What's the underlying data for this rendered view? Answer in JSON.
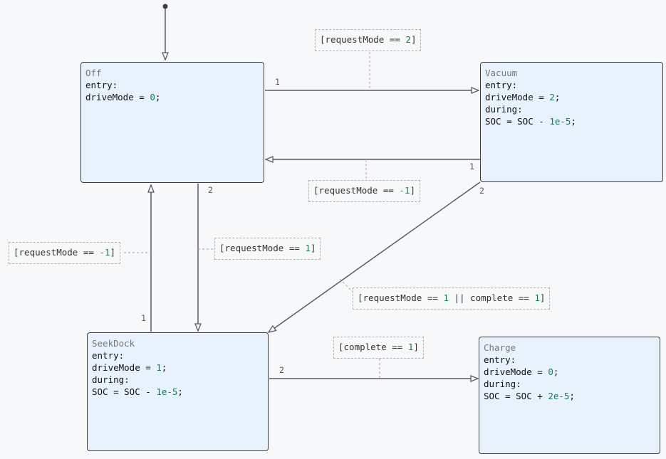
{
  "states": [
    {
      "id": "off",
      "name": "Off",
      "lines": [
        [
          {
            "t": "entry:"
          }
        ],
        [
          {
            "t": "driveMode = "
          },
          {
            "t": "0",
            "n": 1
          },
          {
            "t": ";"
          }
        ]
      ]
    },
    {
      "id": "vacuum",
      "name": "Vacuum",
      "lines": [
        [
          {
            "t": "entry:"
          }
        ],
        [
          {
            "t": "driveMode = "
          },
          {
            "t": "2",
            "n": 1
          },
          {
            "t": ";"
          }
        ],
        [
          {
            "t": "during:"
          }
        ],
        [
          {
            "t": "SOC = SOC - "
          },
          {
            "t": "1e-5",
            "n": 1
          },
          {
            "t": ";"
          }
        ]
      ]
    },
    {
      "id": "seekdock",
      "name": "SeekDock",
      "lines": [
        [
          {
            "t": "entry:"
          }
        ],
        [
          {
            "t": "driveMode = "
          },
          {
            "t": "1",
            "n": 1
          },
          {
            "t": ";"
          }
        ],
        [
          {
            "t": "during:"
          }
        ],
        [
          {
            "t": "SOC = SOC - "
          },
          {
            "t": "1e-5",
            "n": 1
          },
          {
            "t": ";"
          }
        ]
      ]
    },
    {
      "id": "charge",
      "name": "Charge",
      "lines": [
        [
          {
            "t": "entry:"
          }
        ],
        [
          {
            "t": "driveMode = "
          },
          {
            "t": "0",
            "n": 1
          },
          {
            "t": ";"
          }
        ],
        [
          {
            "t": "during:"
          }
        ],
        [
          {
            "t": "SOC = SOC + "
          },
          {
            "t": "2e-5",
            "n": 1
          },
          {
            "t": ";"
          }
        ]
      ]
    }
  ],
  "guards": [
    {
      "id": "off-vacuum",
      "parts": [
        {
          "t": "[requestMode == "
        },
        {
          "t": "2",
          "n": 1
        },
        {
          "t": "]"
        }
      ]
    },
    {
      "id": "vacuum-off",
      "parts": [
        {
          "t": "[requestMode == "
        },
        {
          "t": "-1",
          "n": 1
        },
        {
          "t": "]"
        }
      ]
    },
    {
      "id": "seekdock-off",
      "parts": [
        {
          "t": "[requestMode == "
        },
        {
          "t": "-1",
          "n": 1
        },
        {
          "t": "]"
        }
      ]
    },
    {
      "id": "off-seekdock",
      "parts": [
        {
          "t": "[requestMode == "
        },
        {
          "t": "1",
          "n": 1
        },
        {
          "t": "]"
        }
      ]
    },
    {
      "id": "vacuum-seekdock",
      "parts": [
        {
          "t": "[requestMode == "
        },
        {
          "t": "1",
          "n": 1
        },
        {
          "t": " || complete == "
        },
        {
          "t": "1",
          "n": 1
        },
        {
          "t": "]"
        }
      ]
    },
    {
      "id": "seekdock-charge",
      "parts": [
        {
          "t": "[complete == "
        },
        {
          "t": "1",
          "n": 1
        },
        {
          "t": "]"
        }
      ]
    }
  ],
  "priorities": {
    "off-vacuum": "1",
    "vacuum-off": "1",
    "vacuum-seekdock": "2",
    "off-seekdock": "2",
    "seekdock-off": "1",
    "seekdock-charge": "2"
  },
  "colors": {
    "state_fill": "#e8f2fc",
    "edge": "#5a5a6a",
    "number": "#1a7a5a"
  }
}
